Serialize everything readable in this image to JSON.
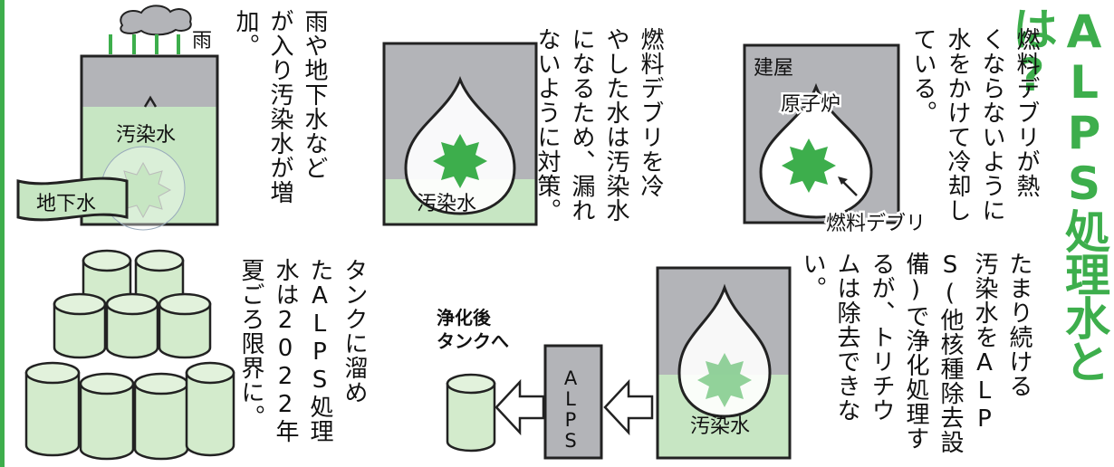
{
  "title": "ALPS処理水とは?",
  "panel1": {
    "text": "燃料デブリが熱\nくならないように\n水をかけて冷却し\nている。",
    "label_building": "建屋",
    "label_reactor": "原子炉",
    "label_debris": "燃料デブリ"
  },
  "panel2": {
    "text": "燃料デブリを冷\nやした水は汚染水\nになるため、漏れ\nないように対策。",
    "label_water": "汚染水"
  },
  "panel3": {
    "text": "雨や地下水など\nが入り汚染水が増\n加。",
    "label_rain": "雨",
    "label_water": "汚染水",
    "label_groundwater": "地下水"
  },
  "panel4": {
    "text": "たまり続ける\n汚染水をALP\nS(他核種除去設\n備)で浄化処理す\nるが、トリチウ\nムは除去できな\nい。",
    "label_water": "汚染水",
    "label_alps": "ALPS",
    "label_dest": "浄化後\nタンクへ"
  },
  "panel5": {
    "text": "タンクに溜め\nたALPS処理\n水は2022年\n夏ごろ限界に。"
  },
  "colors": {
    "accent_green": "#3dae4c",
    "light_green": "#c7e6c3",
    "gray": "#b3b4b8",
    "tank_green": "#d3ebcc"
  }
}
